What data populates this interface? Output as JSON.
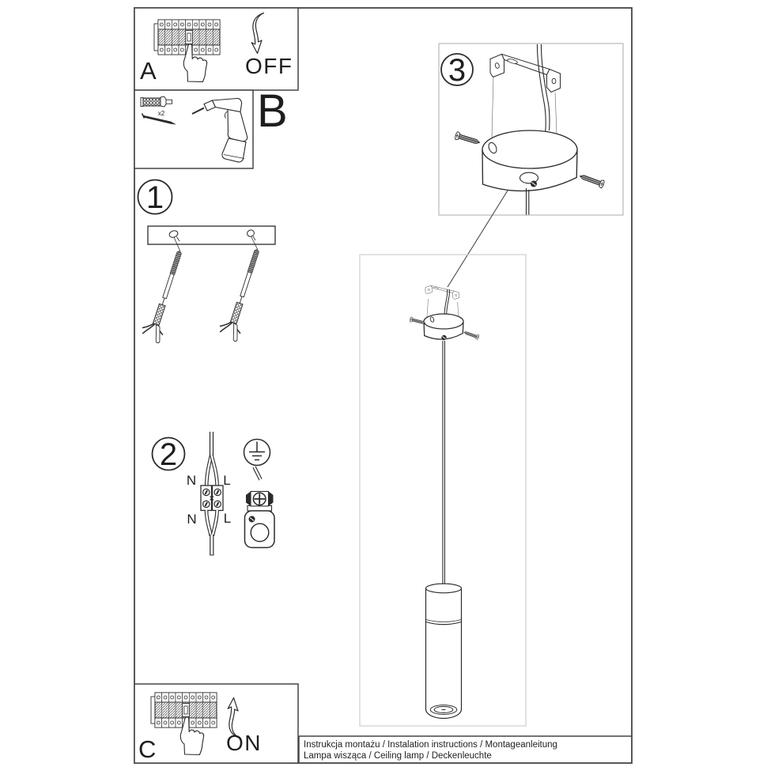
{
  "panels": {
    "a": {
      "label": "A",
      "action": "OFF"
    },
    "b": {
      "label": "B",
      "quantity": "x2"
    },
    "c": {
      "label": "C",
      "action": "ON"
    }
  },
  "steps": {
    "one": "1",
    "two": "2",
    "three": "3"
  },
  "wiring": {
    "neutral": "N",
    "live": "L"
  },
  "footer": {
    "line1": "Instrukcja montażu / Instalation instructions / Montageanleitung",
    "line2": "Lampa wisząca / Ceiling lamp / Deckenleuchte"
  },
  "colors": {
    "line": "#2b2b2b",
    "frame": "#454545",
    "light_box": "#c9c9c9",
    "background": "#ffffff"
  }
}
